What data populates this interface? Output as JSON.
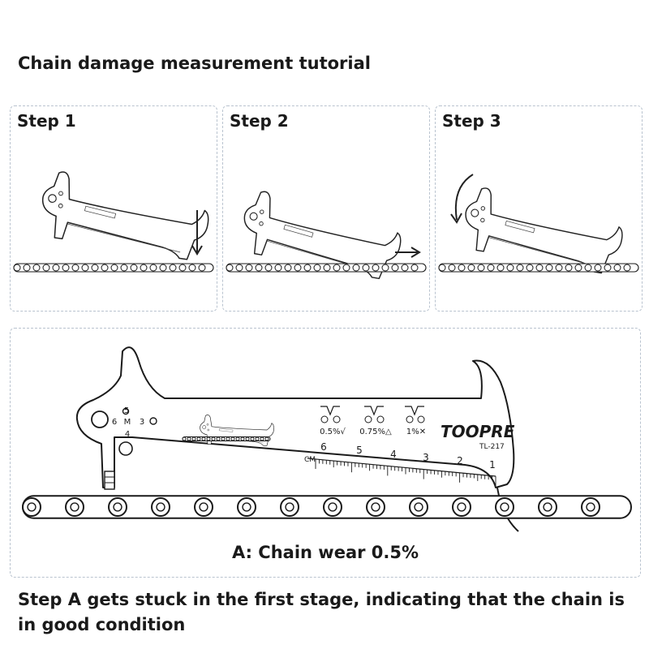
{
  "title": "Chain damage measurement tutorial",
  "steps": [
    {
      "label": "Step 1"
    },
    {
      "label": "Step 2"
    },
    {
      "label": "Step 3"
    }
  ],
  "tool": {
    "brand": "TOOPRE",
    "model": "TL-217",
    "unit": "CM",
    "scale": [
      "6",
      "5",
      "4",
      "3",
      "2",
      "1"
    ],
    "hole_labels": [
      "5",
      "6",
      "M",
      "3",
      "4"
    ],
    "wear_marks": [
      "0.5%√",
      "0.75%△",
      "1%✕"
    ]
  },
  "caption": "A: Chain wear 0.5%",
  "footer": "Step A gets stuck in the first stage, indicating that the chain is in good condition"
}
